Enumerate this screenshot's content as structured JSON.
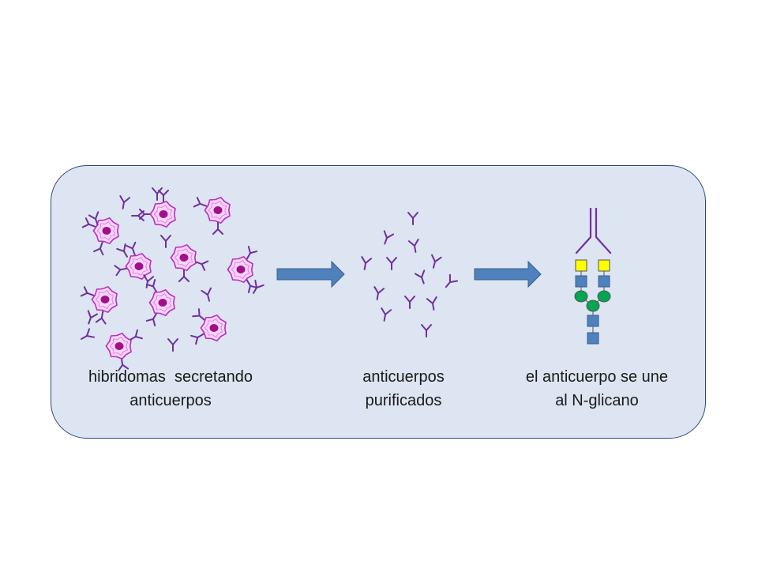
{
  "captions": {
    "hybridomas": {
      "line1": "hibridomas  secretando",
      "line2": "anticuerpos"
    },
    "purified": {
      "line1": "anticuerpos",
      "line2": "purificados"
    },
    "binding": {
      "line1": "el anticuerpo se une",
      "line2": "al N-glicano"
    }
  },
  "colors": {
    "panel_fill": "#dce5f1",
    "panel_border": "#2f4a7a",
    "antibody": "#7030a0",
    "cell_fill": "#fbd3fb",
    "cell_border": "#b82fc0",
    "nucleus": "#a0108a",
    "arrow_fill": "#4f81bd",
    "arrow_border": "#385d8a",
    "glycan_galactose": "#ffff00",
    "glycan_glcnac": "#4f81bd",
    "glycan_mannose": "#00a650"
  },
  "icons": {
    "cell": "hybridoma-cell-icon",
    "antibody": "antibody-icon",
    "arrow": "right-arrow-icon",
    "glycan": "n-glycan-icon"
  }
}
